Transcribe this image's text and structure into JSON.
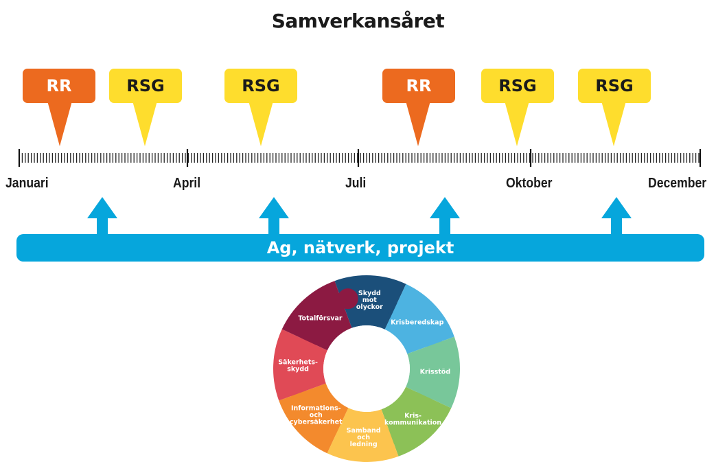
{
  "title": "Samverkansåret",
  "markers": [
    {
      "label": "RR",
      "color": "#ec6a1f"
    },
    {
      "label": "RSG",
      "color": "#fedd2d"
    },
    {
      "label": "RSG",
      "color": "#fedd2d"
    },
    {
      "label": "RR",
      "color": "#ec6a1f"
    },
    {
      "label": "RSG",
      "color": "#fedd2d"
    },
    {
      "label": "RSG",
      "color": "#fedd2d"
    }
  ],
  "months": [
    "Januari",
    "April",
    "Juli",
    "Oktober",
    "December"
  ],
  "bar": {
    "label": "Ag, nätverk, projekt",
    "color": "#06a6dc"
  },
  "wheel": [
    {
      "lines": [
        "Skydd",
        "mot",
        "olyckor"
      ],
      "color": "#1b4f7a"
    },
    {
      "lines": [
        "Krisberedskap"
      ],
      "color": "#4db3e1"
    },
    {
      "lines": [
        "Krisstöd"
      ],
      "color": "#78c79a"
    },
    {
      "lines": [
        "Kris-",
        "kommunikation"
      ],
      "color": "#8cc157"
    },
    {
      "lines": [
        "Samband",
        "och",
        "ledning"
      ],
      "color": "#fcc44e"
    },
    {
      "lines": [
        "Informations-",
        "och",
        "cybersäkerhet"
      ],
      "color": "#f38a2d"
    },
    {
      "lines": [
        "Säkerhets-",
        "skydd"
      ],
      "color": "#e04a56"
    },
    {
      "lines": [
        "Totalförsvar"
      ],
      "color": "#8c1a42"
    }
  ]
}
